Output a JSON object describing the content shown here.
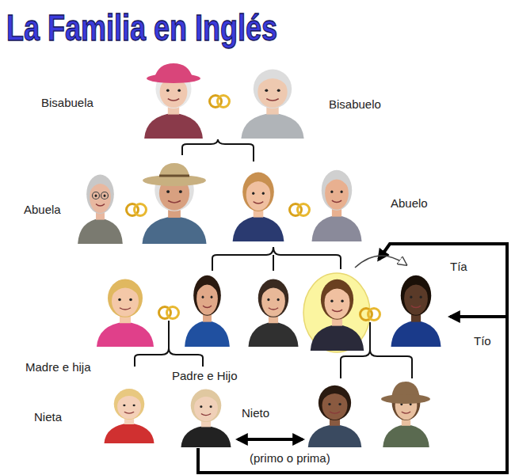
{
  "diagram": {
    "title": "La Familia en Inglés",
    "labels": [
      "Bisabuela",
      "Bisabuelo",
      "Abuela",
      "Abuelo",
      "Tía",
      "Tío",
      "Madre e hija",
      "Padre e Hijo",
      "Nieta",
      "Nieto",
      "(primo o prima)"
    ]
  }
}
